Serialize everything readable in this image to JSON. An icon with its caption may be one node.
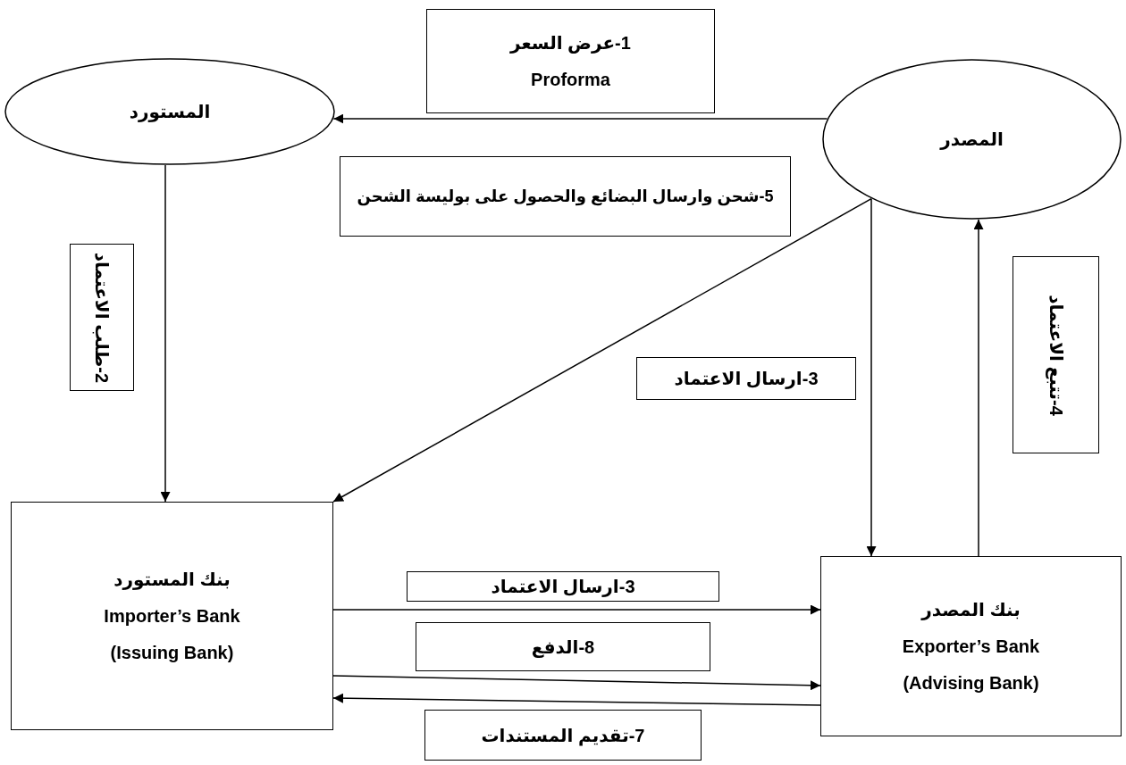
{
  "diagram": {
    "nodes": [
      {
        "text": [
          "1-عرض السعر",
          "Proforma"
        ]
      },
      {
        "text": [
          "المستورد"
        ]
      },
      {
        "text": [
          "المصدر"
        ]
      },
      {
        "text": [
          "5-شحن وارسال البضائع والحصول على بوليسة الشحن"
        ]
      },
      {
        "text": [
          "2-طلب الاعتماد"
        ]
      },
      {
        "text": [
          "3-ارسال الاعتماد"
        ]
      },
      {
        "text": [
          "4-تتبع الاعتماد"
        ]
      },
      {
        "text": [
          "بنك المستورد",
          "Importer’s Bank",
          "(Issuing Bank)"
        ]
      },
      {
        "text": [
          "3-ارسال الاعتماد"
        ]
      },
      {
        "text": [
          "بنك المصدر",
          "Exporter’s Bank",
          "(Advising Bank)"
        ]
      },
      {
        "text": [
          "8-الدفع"
        ]
      },
      {
        "text": [
          "7-تقديم المستندات"
        ]
      }
    ],
    "edges": [
      {
        "from": 2,
        "to": 1,
        "arrow": "to"
      },
      {
        "from": 1,
        "to": 7,
        "arrow": "to"
      },
      {
        "from": 2,
        "to": 7,
        "arrow": "to"
      },
      {
        "from": 2,
        "to": 9,
        "arrow": "to"
      },
      {
        "from": 9,
        "to": 2,
        "arrow": "to"
      },
      {
        "from": 7,
        "to": 9,
        "arrow": "to"
      },
      {
        "from": 7,
        "to": 9,
        "arrow": "to"
      },
      {
        "from": 9,
        "to": 7,
        "arrow": "to"
      }
    ]
  }
}
